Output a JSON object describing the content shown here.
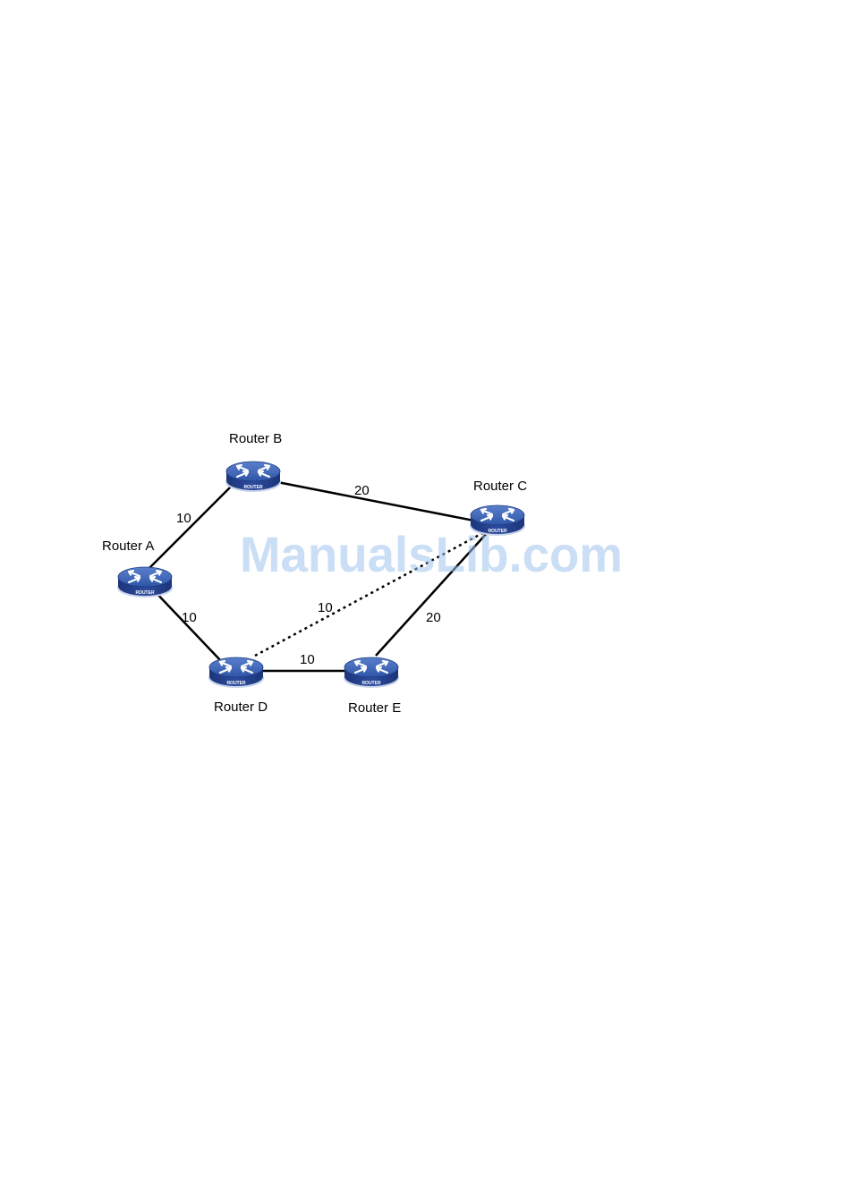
{
  "diagram": {
    "routers": [
      {
        "id": "A",
        "label": "Router A",
        "badge": "ROUTER"
      },
      {
        "id": "B",
        "label": "Router B",
        "badge": "ROUTER"
      },
      {
        "id": "C",
        "label": "Router C",
        "badge": "ROUTER"
      },
      {
        "id": "D",
        "label": "Router D",
        "badge": "ROUTER"
      },
      {
        "id": "E",
        "label": "Router E",
        "badge": "ROUTER"
      }
    ],
    "links": [
      {
        "from": "A",
        "to": "B",
        "cost": "10",
        "style": "solid"
      },
      {
        "from": "B",
        "to": "C",
        "cost": "20",
        "style": "solid"
      },
      {
        "from": "A",
        "to": "D",
        "cost": "10",
        "style": "solid"
      },
      {
        "from": "D",
        "to": "E",
        "cost": "10",
        "style": "solid"
      },
      {
        "from": "E",
        "to": "C",
        "cost": "20",
        "style": "solid"
      },
      {
        "from": "D",
        "to": "C",
        "cost": "10",
        "style": "dotted"
      }
    ]
  },
  "watermark": {
    "text": "ManualsLib.com",
    "color": "#9fc3ec"
  },
  "colors": {
    "router_top": "#3a5fb0",
    "router_side": "#213d85",
    "link": "#000000"
  }
}
